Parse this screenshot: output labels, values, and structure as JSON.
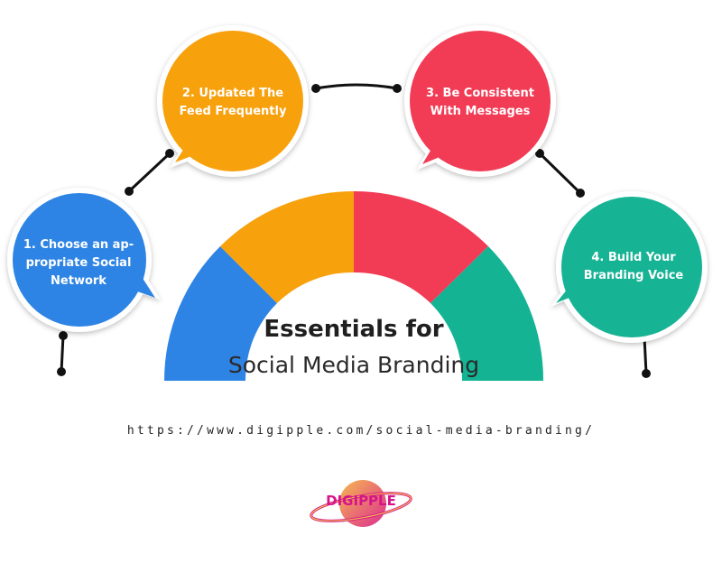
{
  "steps": [
    {
      "label": "1. Choose an ap-\npropriate Social\nNetwork",
      "color": "#2e84e4"
    },
    {
      "label": "2. Updated The\nFeed Frequently",
      "color": "#f7a10d"
    },
    {
      "label": "3. Be Consistent\nWith Messages",
      "color": "#f23b55"
    },
    {
      "label": "4. Build Your\nBranding Voice",
      "color": "#13b394"
    }
  ],
  "title": {
    "strong": "Essentials for",
    "light": "Social Media Branding"
  },
  "url": "https://www.digipple.com/social-media-branding/",
  "logo": {
    "text": "DIGIPPLE",
    "icon": "planet-ring-icon"
  }
}
